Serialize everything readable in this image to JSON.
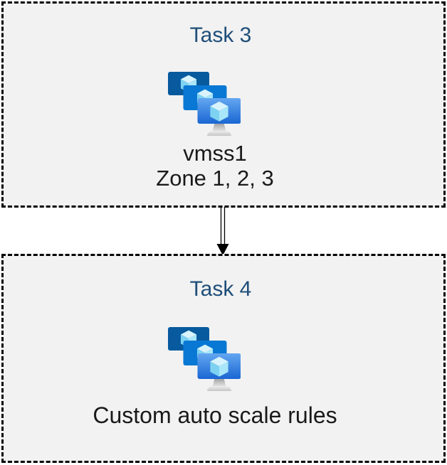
{
  "diagram": {
    "boxes": [
      {
        "title": "Task 3",
        "icon": "vm-scale-sets",
        "lines": [
          "vmss1",
          "Zone 1, 2, 3"
        ]
      },
      {
        "title": "Task 4",
        "icon": "vm-scale-sets",
        "lines": [
          "Custom auto scale rules"
        ]
      }
    ],
    "connector": {
      "type": "double-line-arrow",
      "direction": "down",
      "from": "Task 3",
      "to": "Task 4"
    },
    "colors": {
      "canvas_bg": "#ffffff",
      "box_bg": "#f2f2f2",
      "box_border": "#000000",
      "title_text": "#1f4e79",
      "body_text": "#1a1a1a",
      "arrow": "#000000",
      "monitor_back": "#075a9e",
      "monitor_middle": "#0978d4",
      "monitor_front_top": "#64a7f0",
      "monitor_front_bottom": "#1a66d3",
      "cube_top": "#d8f3fc",
      "cube_left": "#7ed2f1",
      "cube_right": "#a9e6f9",
      "stand_dark": "#949494",
      "stand_light": "#e6e6e6"
    }
  }
}
